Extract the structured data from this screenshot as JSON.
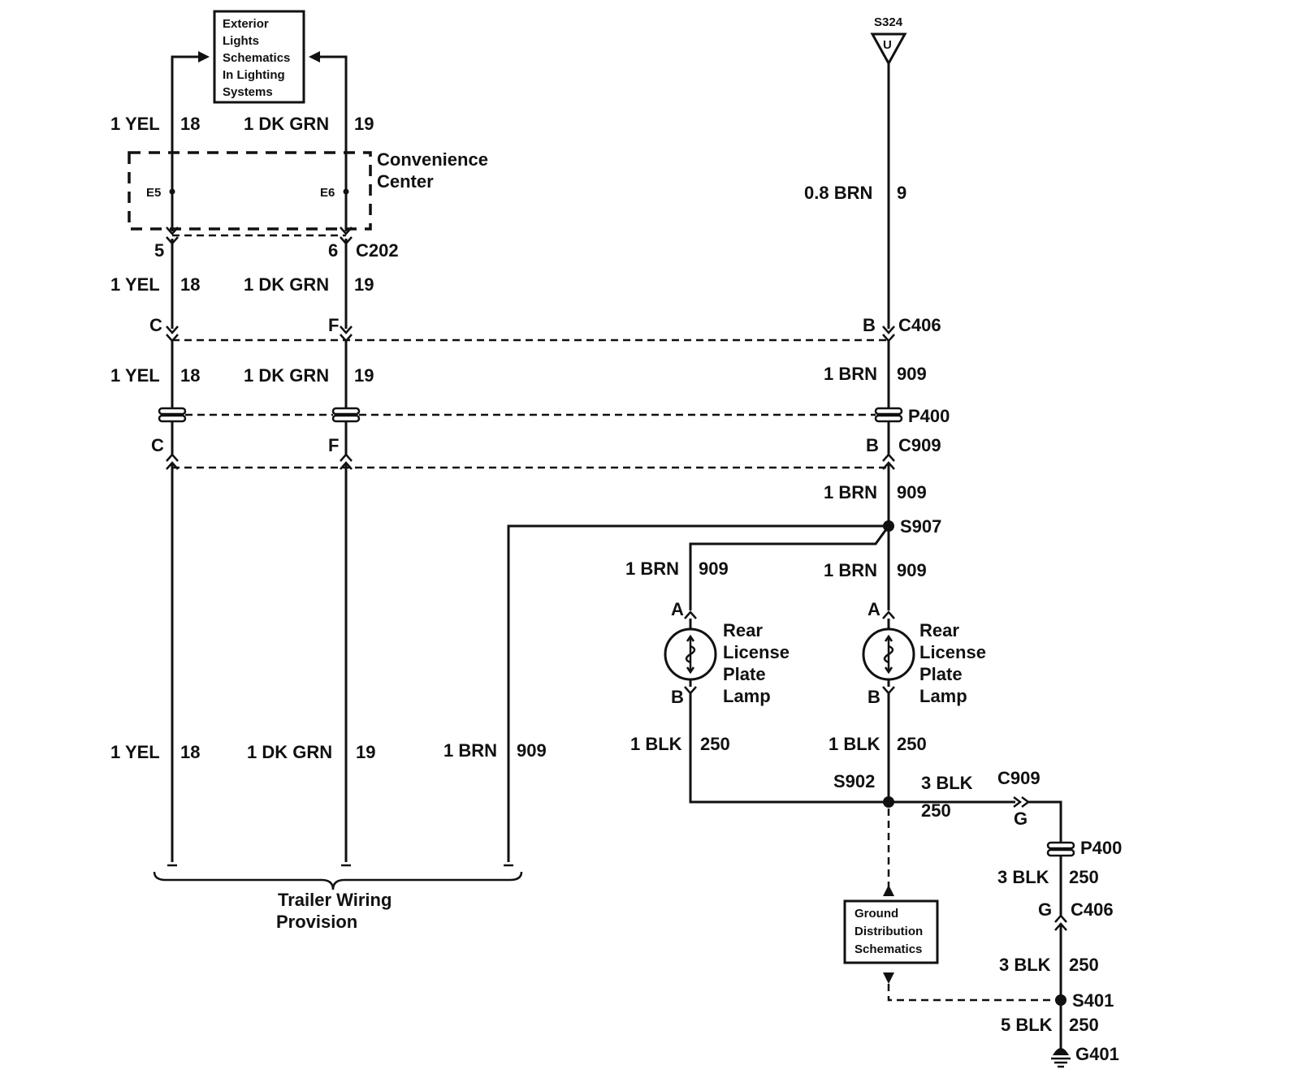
{
  "ref_boxes": {
    "exterior_lights": [
      "Exterior",
      "Lights",
      "Schematics",
      "In Lighting",
      "Systems"
    ],
    "ground_distribution": [
      "Ground",
      "Distribution",
      "Schematics"
    ]
  },
  "splice_top": {
    "id": "S324",
    "letter": "U"
  },
  "convenience_center": {
    "line1": "Convenience",
    "line2": "Center",
    "pin_left": "E5",
    "pin_right": "E6"
  },
  "wire_labels": {
    "yel": "1 YEL",
    "yel_circuit": "18",
    "dkgrn": "1 DK GRN",
    "dkgrn_circuit": "19",
    "brn_08": "0.8 BRN",
    "brn_08_circuit": "9",
    "brn": "1 BRN",
    "brn_circuit": "909",
    "blk": "1 BLK",
    "blk_circuit": "250",
    "blk3": "3 BLK",
    "blk3_circuit": "250",
    "blk5": "5 BLK",
    "blk5_circuit": "250"
  },
  "connectors": {
    "c202": "C202",
    "c202_pin_a": "5",
    "c202_pin_b": "6",
    "c406": "C406",
    "c406_pin_a": "C",
    "c406_pin_b": "F",
    "c406_pin_c": "B",
    "c406_pin_g": "G",
    "p400": "P400",
    "c909": "C909",
    "c909_pin_a": "C",
    "c909_pin_b": "F",
    "c909_pin_c": "B",
    "c909_pin_g": "G"
  },
  "splices": {
    "s907": "S907",
    "s902": "S902",
    "s401": "S401"
  },
  "ground": "G401",
  "lamp": {
    "pin_a": "A",
    "pin_b": "B",
    "lines": [
      "Rear",
      "License",
      "Plate",
      "Lamp"
    ]
  },
  "trailer": {
    "line1": "Trailer Wiring",
    "line2": "Provision"
  }
}
